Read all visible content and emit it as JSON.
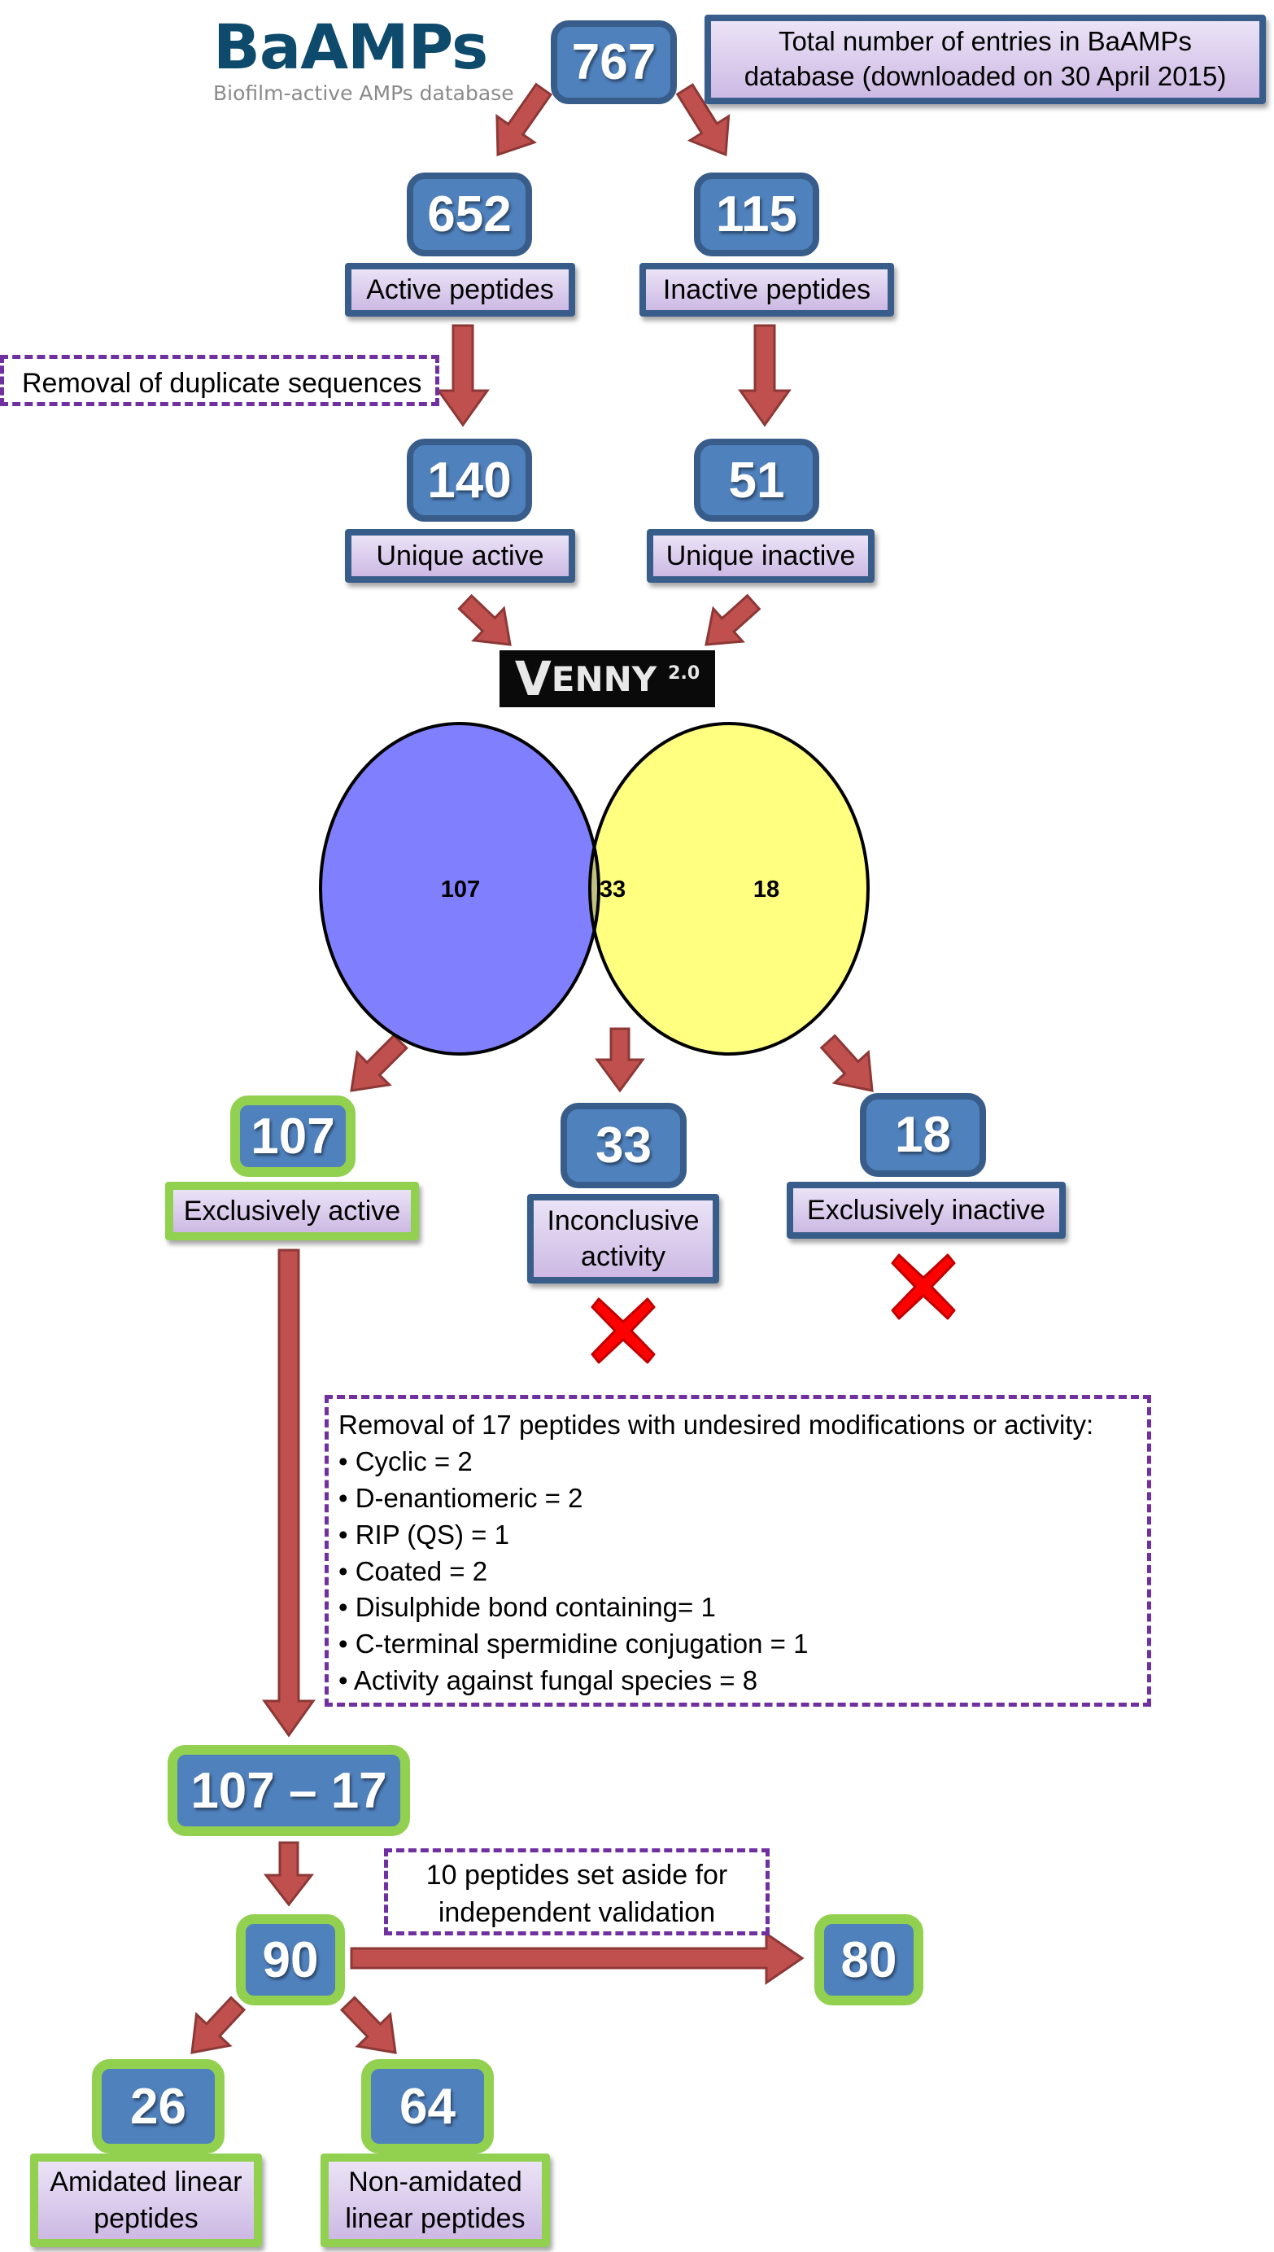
{
  "logo": {
    "title": "BaAMPs",
    "subtitle": "Biofilm-active AMPs database"
  },
  "colors": {
    "count_box": "#4f81bd",
    "count_border": "#385d8a",
    "kept_border": "#92d050",
    "arrow": "#c0504d",
    "dashed_note": "#7030a0",
    "venn_active": "#8080ff",
    "venn_inactive": "#ffff80",
    "venn_overlap": "#c0c080",
    "reject_mark": "#ff0000"
  },
  "top": {
    "total": "767",
    "total_note": "Total number of entries in BaAMPs database (downloaded on 30 April 2015)"
  },
  "split": {
    "active": {
      "count": "652",
      "label": "Active peptides"
    },
    "inactive": {
      "count": "115",
      "label": "Inactive peptides"
    }
  },
  "dedup_note": "Removal of duplicate sequences",
  "unique": {
    "active": {
      "count": "140",
      "label": "Unique active"
    },
    "inactive": {
      "count": "51",
      "label": "Unique inactive"
    }
  },
  "venny": {
    "name_first": "V",
    "name_rest": "ENNY",
    "version": "2.0"
  },
  "chart_data": {
    "type": "venn",
    "sets": [
      "Unique active",
      "Unique inactive"
    ],
    "regions": [
      {
        "region": "active_only",
        "value": 107
      },
      {
        "region": "both",
        "value": 33
      },
      {
        "region": "inactive_only",
        "value": 18
      }
    ]
  },
  "venn_labels": {
    "active_only": "107",
    "both": "33",
    "inactive_only": "18"
  },
  "outcomes": {
    "exclusive_active": {
      "count": "107",
      "label": "Exclusively active"
    },
    "inconclusive": {
      "count": "33",
      "label_line1": "Inconclusive",
      "label_line2": "activity"
    },
    "exclusive_inactive": {
      "count": "18",
      "label": "Exclusively inactive"
    }
  },
  "removal_list": {
    "heading": "Removal of 17 peptides with undesired modifications or activity:",
    "items": [
      "• Cyclic = 2",
      "• D-enantiomeric = 2",
      "• RIP (QS) = 1",
      "• Coated = 2",
      "• Disulphide bond containing= 1",
      "• C-terminal spermidine conjugation = 1",
      "• Activity against fungal species = 8"
    ]
  },
  "subtraction": "107 – 17",
  "final": {
    "count": "90"
  },
  "validation_note": {
    "line1": "10 peptides set aside for",
    "line2": "independent validation"
  },
  "training": {
    "count": "80"
  },
  "amidated": {
    "count": "26",
    "line1": "Amidated linear",
    "line2": "peptides"
  },
  "non_amidated": {
    "count": "64",
    "line1": "Non-amidated",
    "line2": "linear peptides"
  }
}
